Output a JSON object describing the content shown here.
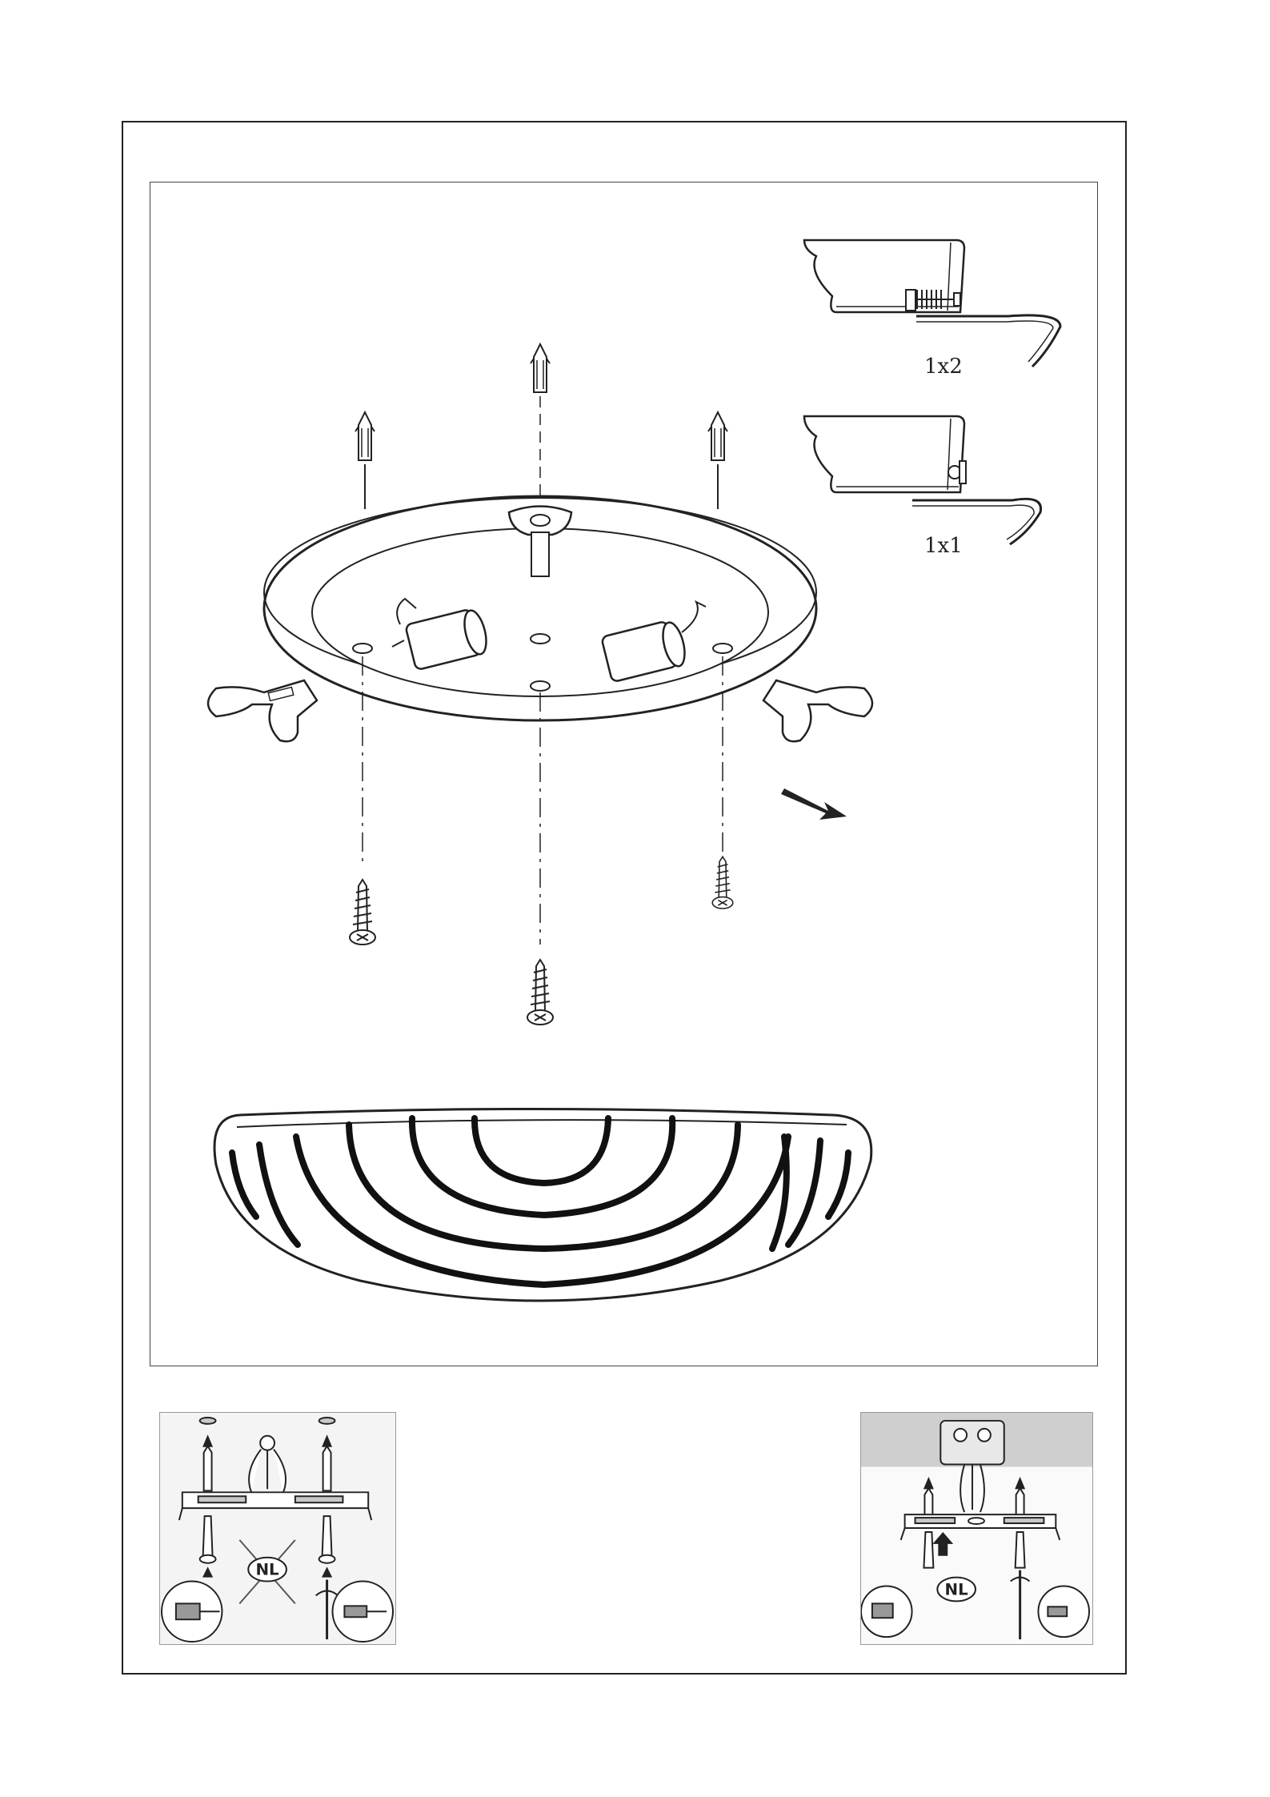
{
  "clip_details": [
    {
      "quantity_label": "1x2",
      "icon": "spring-clip-icon"
    },
    {
      "quantity_label": "1x1",
      "icon": "screw-clip-icon"
    }
  ],
  "panels": {
    "left": {
      "badge": "NL",
      "crossed_out": true
    },
    "right": {
      "badge": "NL",
      "crossed_out": false
    }
  },
  "colors": {
    "line": "#222222",
    "panel_bg": "#f4f4f4",
    "ceiling": "#cfcfcf"
  }
}
